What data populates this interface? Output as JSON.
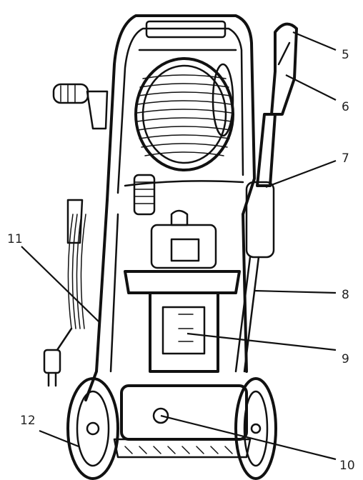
{
  "callouts": [
    {
      "id": "5",
      "label": "5"
    },
    {
      "id": "6",
      "label": "6"
    },
    {
      "id": "7",
      "label": "7"
    },
    {
      "id": "8",
      "label": "8"
    },
    {
      "id": "9",
      "label": "9"
    },
    {
      "id": "10",
      "label": "10"
    },
    {
      "id": "11",
      "label": "11"
    },
    {
      "id": "12",
      "label": "12"
    }
  ],
  "colors": {
    "line": "#111111",
    "background": "#ffffff"
  }
}
